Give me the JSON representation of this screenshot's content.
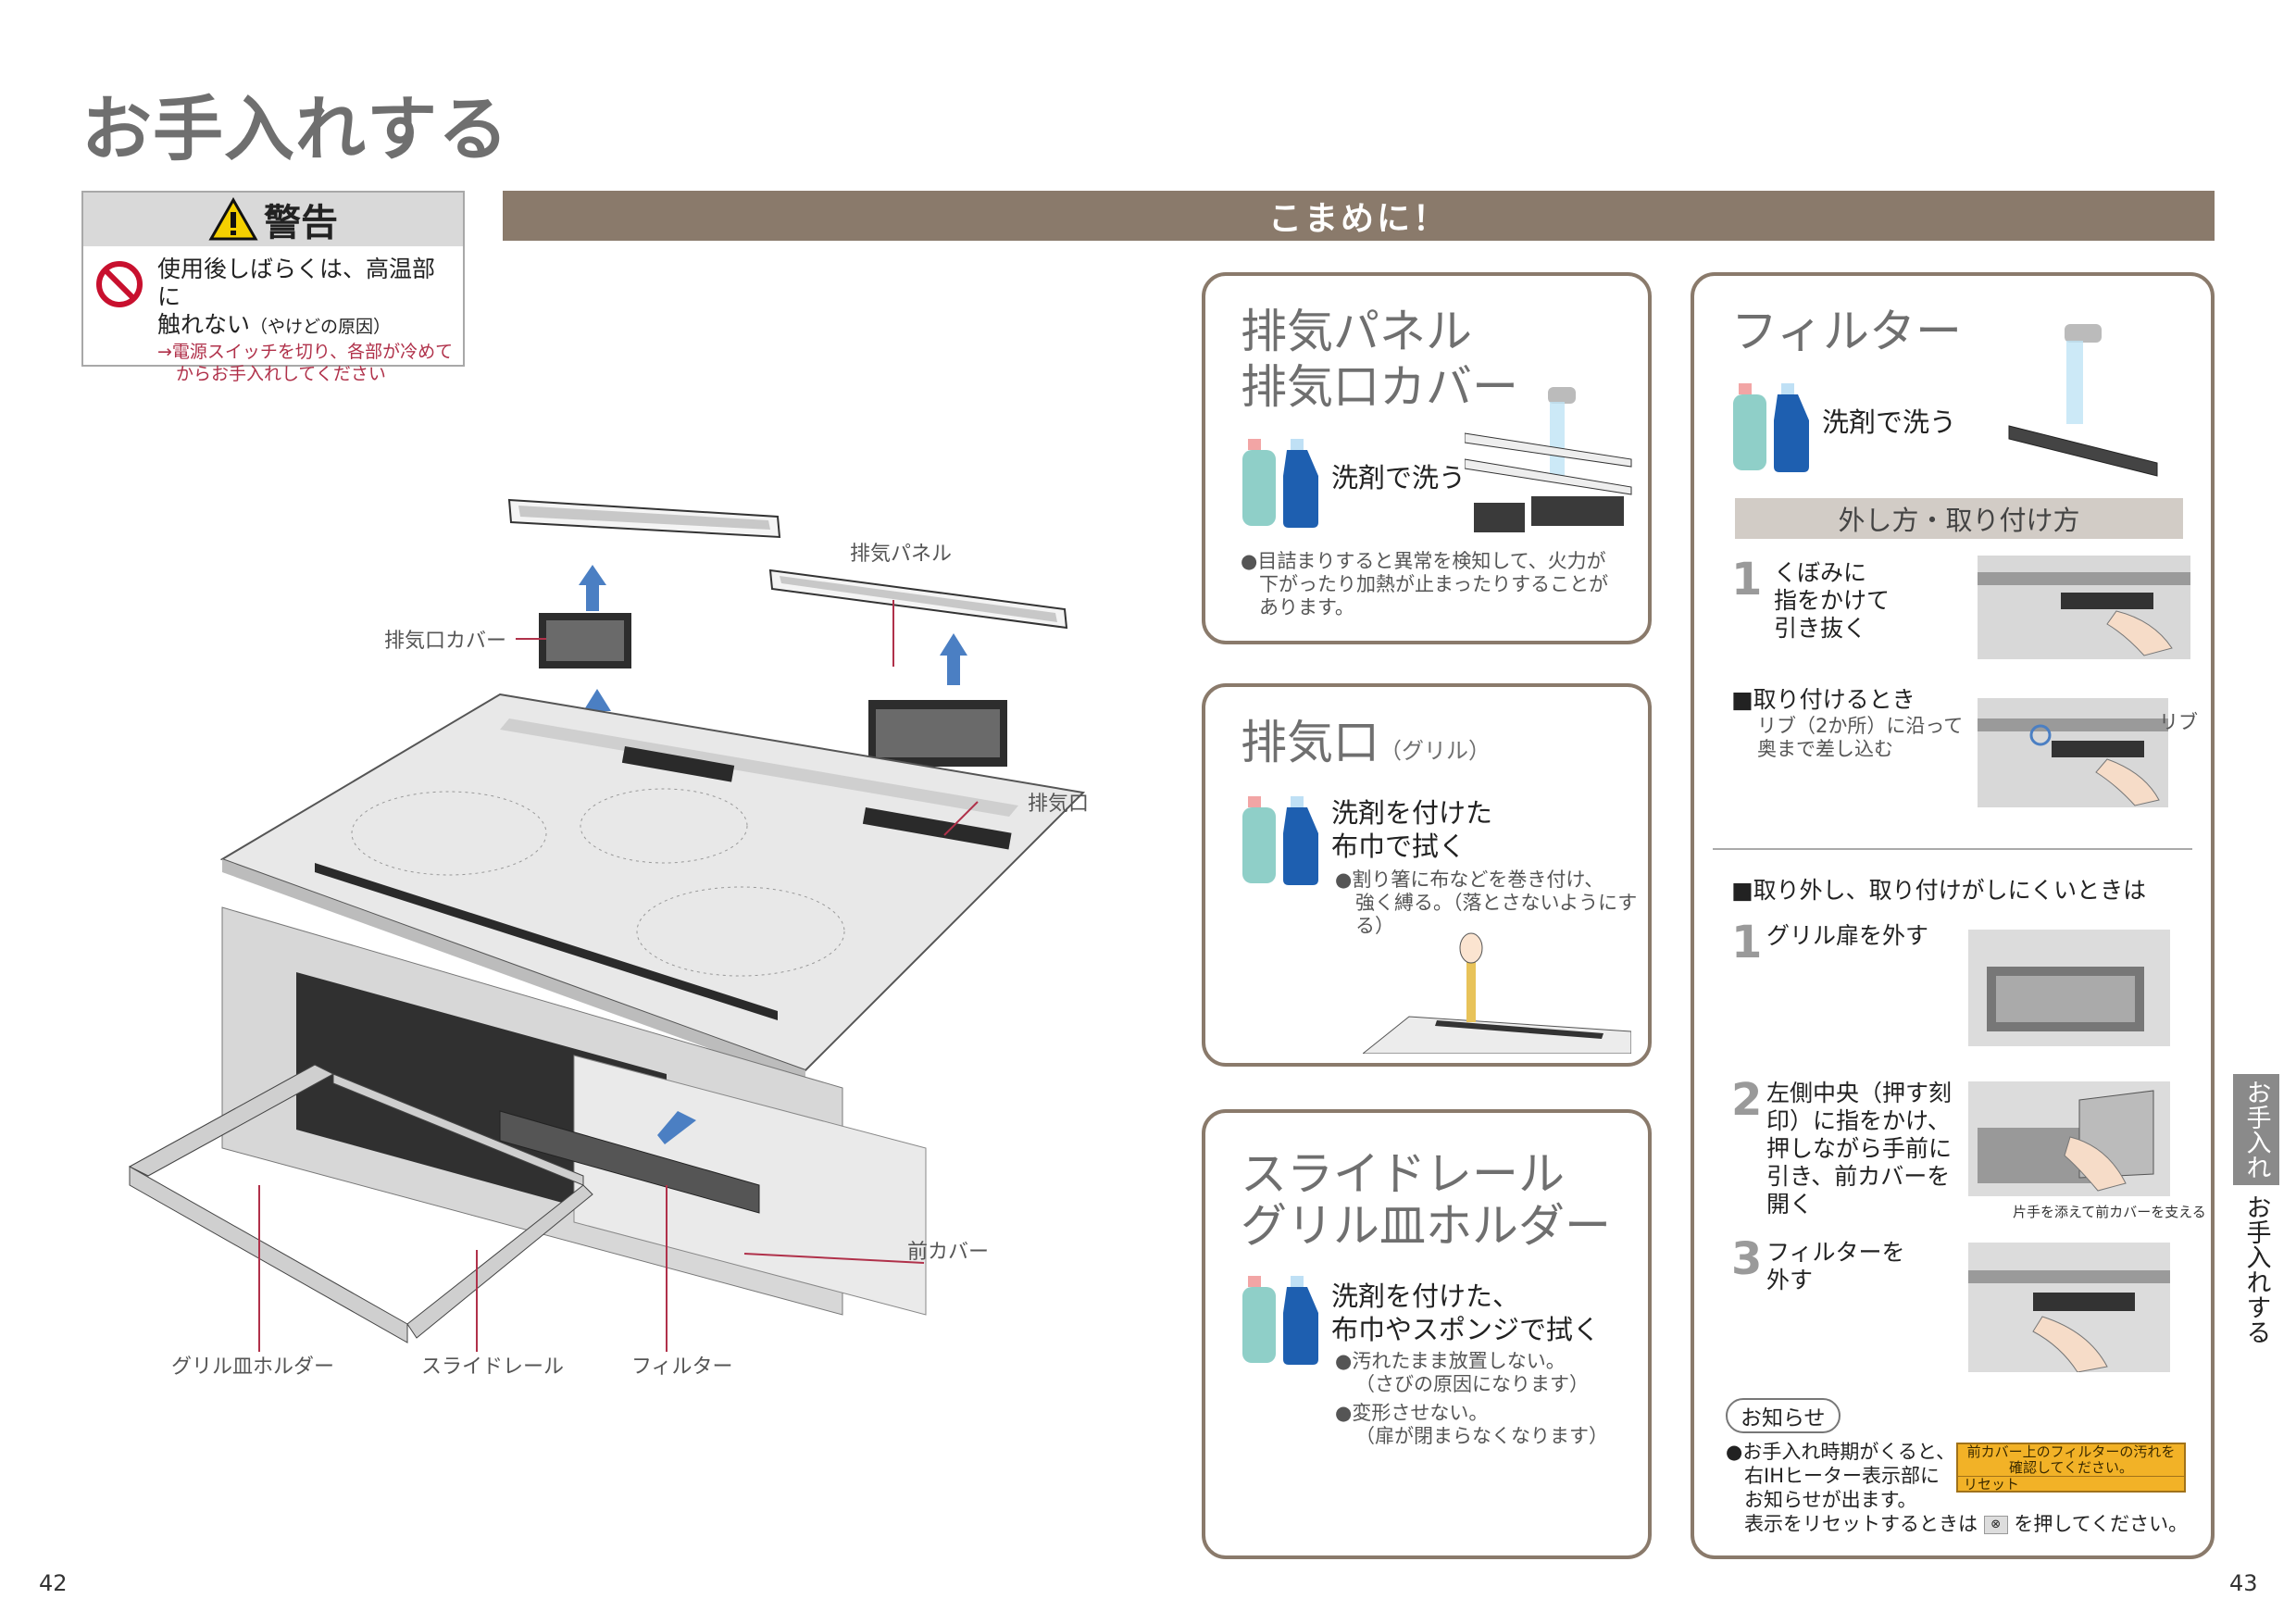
{
  "page_title": "お手入れする",
  "warning": {
    "heading": "警告",
    "main_line1": "使用後しばらくは、高温部に",
    "main_line2": "触れない",
    "main_reason": "（やけどの原因）",
    "sub_line1": "→電源スイッチを切り、各部が冷めて",
    "sub_line2": "からお手入れしてください"
  },
  "banner": "こまめに！",
  "diagram_labels": {
    "exhaust_panel": "排気パネル",
    "exhaust_cover": "排気口カバー",
    "exhaust_port": "排気口",
    "front_cover": "前カバー",
    "grill_holder": "グリル皿ホルダー",
    "slide_rail": "スライドレール",
    "filter": "フィルター"
  },
  "card_panel": {
    "title_line1": "排気パネル",
    "title_line2": "排気口カバー",
    "wash": "洗剤で洗う",
    "note_line1": "●目詰まりすると異常を検知して、火力が",
    "note_line2": "下がったり加熱が止まったりすることが",
    "note_line3": "あります。"
  },
  "card_port": {
    "title": "排気口",
    "title_sub": "（グリル）",
    "wash_line1": "洗剤を付けた",
    "wash_line2": "布巾で拭く",
    "note_line1": "●割り箸に布などを巻き付け、",
    "note_line2": "強く縛る。（落とさないようにする）"
  },
  "card_rail": {
    "title_line1": "スライドレール",
    "title_line2": "グリル皿ホルダー",
    "wash_line1": "洗剤を付けた、",
    "wash_line2": "布巾やスポンジで拭く",
    "note1_line1": "●汚れたまま放置しない。",
    "note1_line2": "（さびの原因になります）",
    "note2_line1": "●変形させない。",
    "note2_line2": "（扉が閉まらなくなります）"
  },
  "card_filter": {
    "title": "フィルター",
    "wash": "洗剤で洗う",
    "sub_bar": "外し方・取り付け方",
    "step1_num": "1",
    "step1_line1": "くぼみに",
    "step1_line2": "指をかけて",
    "step1_line3": "引き抜く",
    "attach_head": "■取り付けるとき",
    "attach_line1": "リブ（2か所）に沿って",
    "attach_line2": "奥まで差し込む",
    "rib_label": "リブ",
    "hard_head": "■取り外し、取り付けがしにくいときは",
    "h1_num": "1",
    "h1_text": "グリル扉を外す",
    "h2_num": "2",
    "h2_line1": "左側中央（押す刻",
    "h2_line2": "印）に指をかけ、",
    "h2_line3": "押しながら手前に",
    "h2_line4": "引き、前カバーを",
    "h2_line5": "開く",
    "h2_caption": "片手を添えて前カバーを支える",
    "h3_num": "3",
    "h3_line1": "フィルターを",
    "h3_line2": "外す",
    "notice_pill": "お知らせ",
    "notice_line1": "●お手入れ時期がくると、",
    "notice_line2": "右IHヒーター表示部に",
    "notice_line3": "お知らせが出ます。",
    "notice_line4a": "表示をリセットするときは",
    "notice_line4b": "を押してください。",
    "lcd_line1": "前カバー上のフィルターの汚れを",
    "lcd_line2": "確認してください。",
    "lcd_line3": "リセット"
  },
  "side_tab": "お手入れ",
  "side_text": "お手入れする",
  "page_left": "42",
  "page_right": "43",
  "colors": {
    "accent_brown": "#8a7a6b",
    "warning_red": "#b0314a",
    "arrow_blue": "#4b7fc3",
    "bottle_teal": "#8fcfc8",
    "bottle_blue": "#1e5fb0"
  }
}
